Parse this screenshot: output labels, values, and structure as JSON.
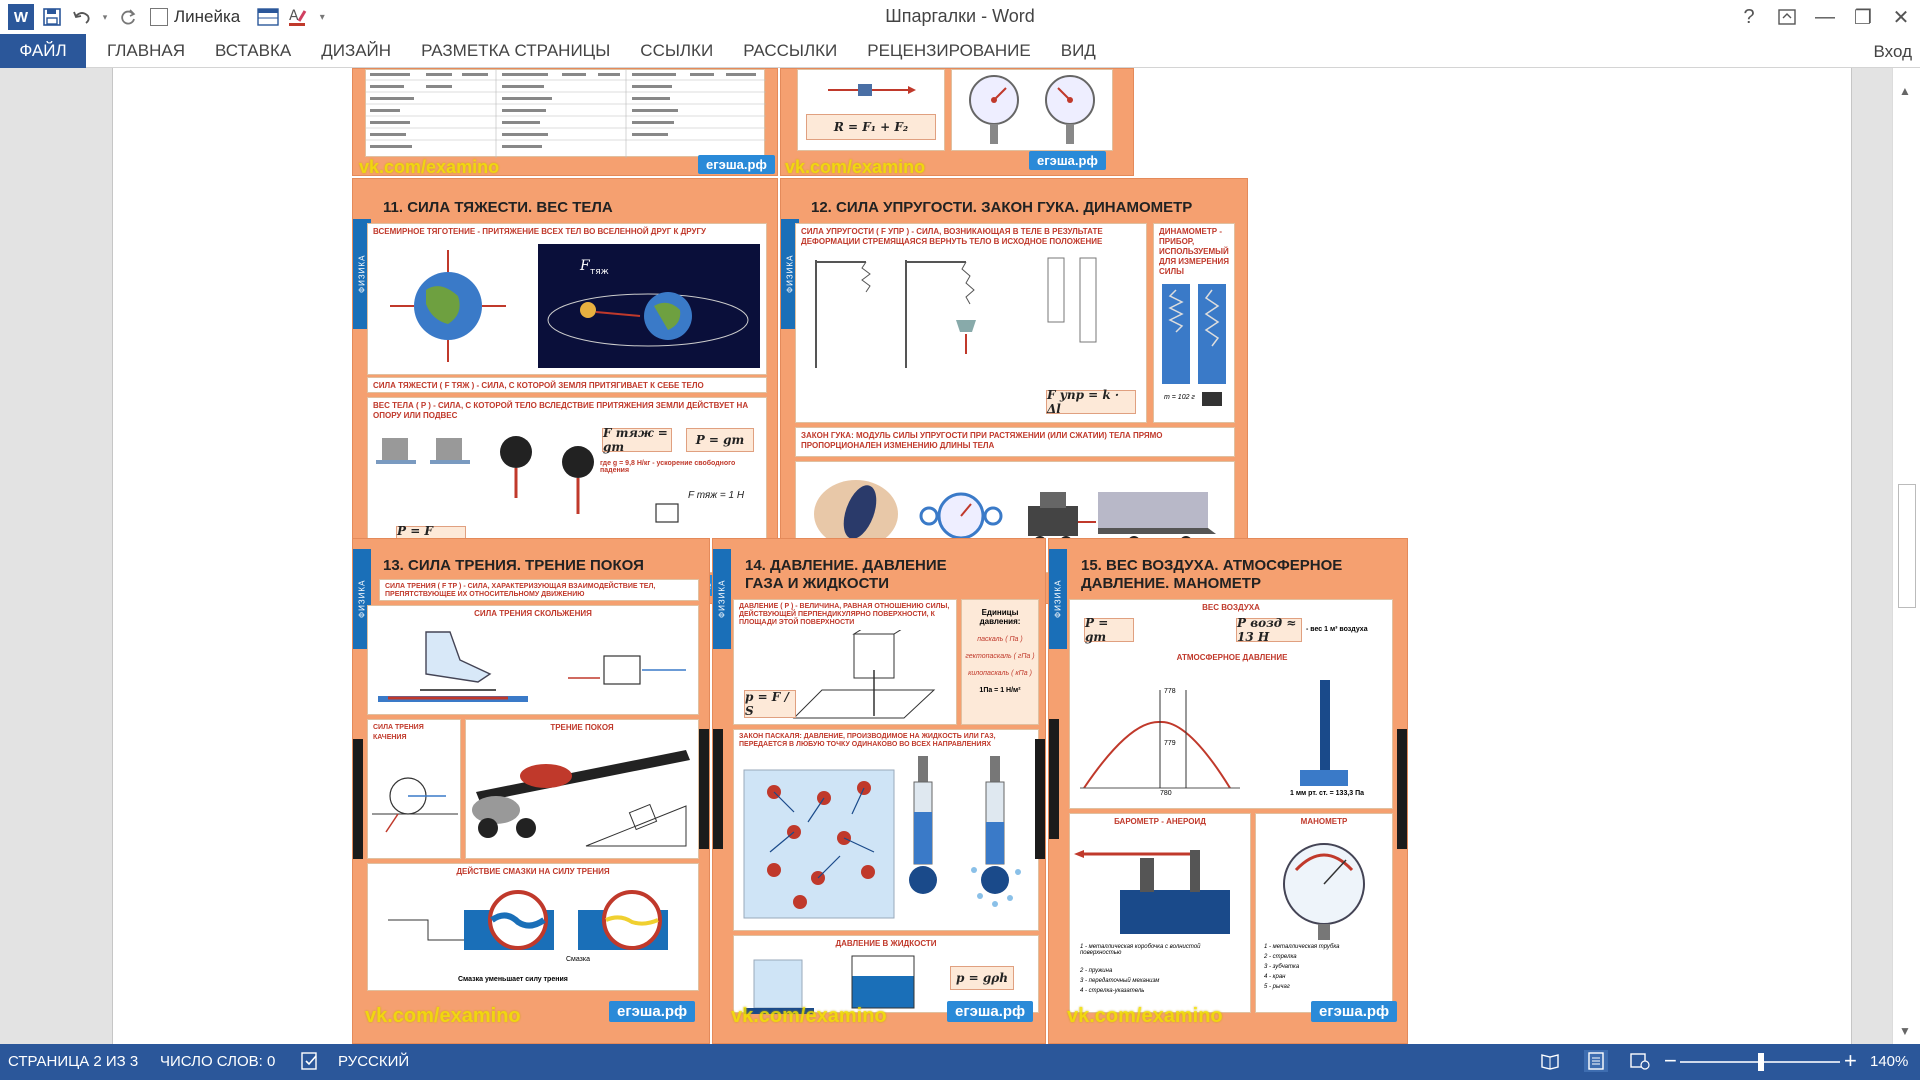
{
  "window": {
    "title": "Шпаргалки - Word",
    "ruler_label": "Линейка",
    "controls": {
      "help": "?",
      "minimize": "—",
      "restore": "❐",
      "close": "✕"
    }
  },
  "ribbon": {
    "file": "ФАЙЛ",
    "tabs": [
      "ГЛАВНАЯ",
      "ВСТАВКА",
      "ДИЗАЙН",
      "РАЗМЕТКА СТРАНИЦЫ",
      "ССЫЛКИ",
      "РАССЫЛКИ",
      "РЕЦЕНЗИРОВАНИЕ",
      "ВИД"
    ],
    "signin": "Вход"
  },
  "posters": {
    "vk": "vk.com/examino",
    "eg": "егэша.рф",
    "side": "ФИЗИКА",
    "p11": {
      "title": "11. СИЛА ТЯЖЕСТИ. ВЕС ТЕЛА",
      "law": "ВСЕМИРНОЕ ТЯГОТЕНИЕ - ПРИТЯЖЕНИЕ ВСЕХ ТЕЛ ВО ВСЕЛЕННОЙ ДРУГ К ДРУГУ",
      "gravity": "СИЛА ТЯЖЕСТИ ( F тяж ) - СИЛА, С КОТОРОЙ ЗЕМЛЯ ПРИТЯГИВАЕТ К СЕБЕ ТЕЛО",
      "weight": "ВЕС ТЕЛА ( P ) - СИЛА, С КОТОРОЙ ТЕЛО ВСЛЕДСТВИЕ ПРИТЯЖЕНИЯ ЗЕМЛИ ДЕЙСТВУЕТ НА ОПОРУ ИЛИ ПОДВЕС",
      "f1": "F тяж = gm",
      "f2": "P = gm",
      "f3": "P = F тяж",
      "g_note": "где g = 9,8 Н/кг - ускорение свободного падения",
      "f4": "F тяж = 1 Н"
    },
    "p12": {
      "title": "12. СИЛА УПРУГОСТИ. ЗАКОН ГУКА. ДИНАМОМЕТР",
      "def": "СИЛА УПРУГОСТИ ( F упр ) - СИЛА, ВОЗНИКАЮЩАЯ В ТЕЛЕ В РЕЗУЛЬТАТЕ ДЕФОРМАЦИИ СТРЕМЯЩАЯСЯ ВЕРНУТЬ ТЕЛО В ИСХОДНОЕ ПОЛОЖЕНИЕ",
      "dyn": "ДИНАМОМЕТР - ПРИБОР, ИСПОЛЬЗУЕМЫЙ ДЛЯ ИЗМЕРЕНИЯ СИЛЫ",
      "hooke": "ЗАКОН ГУКА: МОДУЛЬ СИЛЫ УПРУГОСТИ ПРИ РАСТЯЖЕНИИ (ИЛИ СЖАТИИ) ТЕЛА ПРЯМО ПРОПОРЦИОНАЛЕН ИЗМЕНЕНИЮ ДЛИНЫ ТЕЛА",
      "formula": "F упр = k · Δl",
      "mass": "m = 102 г"
    },
    "p13": {
      "title": "13. СИЛА ТРЕНИЯ. ТРЕНИЕ ПОКОЯ",
      "def": "СИЛА ТРЕНИЯ ( F тр ) - СИЛА, ХАРАКТЕРИЗУЮЩАЯ ВЗАИМОДЕЙСТВИЕ ТЕЛ, ПРЕПЯТСТВУЮЩЕЕ ИХ ОТНОСИТЕЛЬНОМУ ДВИЖЕНИЮ",
      "slide": "СИЛА ТРЕНИЯ СКОЛЬЖЕНИЯ",
      "roll": "СИЛА ТРЕНИЯ КАЧЕНИЯ",
      "rest": "ТРЕНИЕ ПОКОЯ",
      "lube": "ДЕЙСТВИЕ СМАЗКИ НА СИЛУ ТРЕНИЯ",
      "lube_word": "Смазка",
      "lube_note": "Смазка уменьшает силу трения"
    },
    "p14": {
      "title": "14. ДАВЛЕНИЕ. ДАВЛЕНИЕ ГАЗА И ЖИДКОСТИ",
      "def": "ДАВЛЕНИЕ ( p ) - ВЕЛИЧИНА, РАВНАЯ ОТНОШЕНИЮ СИЛЫ, ДЕЙСТВУЮЩЕЙ ПЕРПЕНДИКУЛЯРНО ПОВЕРХНОСТИ, К ПЛОЩАДИ ЭТОЙ ПОВЕРХНОСТИ",
      "units": [
        "Единицы давления:",
        "паскаль ( Па )",
        "гектопаскаль ( гПа )",
        "килопаскаль ( кПа )",
        "1Па = 1 Н/м²"
      ],
      "pascal": "ЗАКОН ПАСКАЛЯ: ДАВЛЕНИЕ, ПРОИЗВОДИМОЕ НА ЖИДКОСТЬ ИЛИ ГАЗ, ПЕРЕДАЕТСЯ В ЛЮБУЮ ТОЧКУ ОДИНАКОВО ВО ВСЕХ НАПРАВЛЕНИЯХ",
      "liquid": "ДАВЛЕНИЕ В ЖИДКОСТИ",
      "f_ps": "p = F / S",
      "f_rgh": "p = gρh"
    },
    "p15": {
      "title": "15. ВЕС ВОЗДУХА. АТМОСФЕРНОЕ ДАВЛЕНИЕ. МАНОМЕТР",
      "air": "ВЕС ВОЗДУХА",
      "f1": "P = gm",
      "f2": "P возд ≈ 13 Н",
      "f2_note": "- вес 1 м³ воздуха",
      "atm": "АТМОСФЕРНОЕ ДАВЛЕНИЕ",
      "baro": "БАРОМЕТР - АНЕРОИД",
      "mano": "МАНОМЕТР",
      "mm": "1 мм рт. ст. = 133,3 Па",
      "ticks": [
        "778",
        "779",
        "780"
      ],
      "baro_list": [
        "1 - металлическая коробочка с волнистой поверхностью",
        "2 - пружина",
        "3 - передаточный механизм",
        "4 - стрелка-указатель"
      ],
      "mano_list": [
        "1 - металлическая трубка",
        "2 - стрелка",
        "3 - зубчатка",
        "4 - кран",
        "5 - рычаг"
      ]
    }
  },
  "status": {
    "page": "СТРАНИЦА 2 ИЗ 3",
    "words": "ЧИСЛО СЛОВ: 0",
    "lang": "РУССКИЙ",
    "zoom": "140%"
  }
}
